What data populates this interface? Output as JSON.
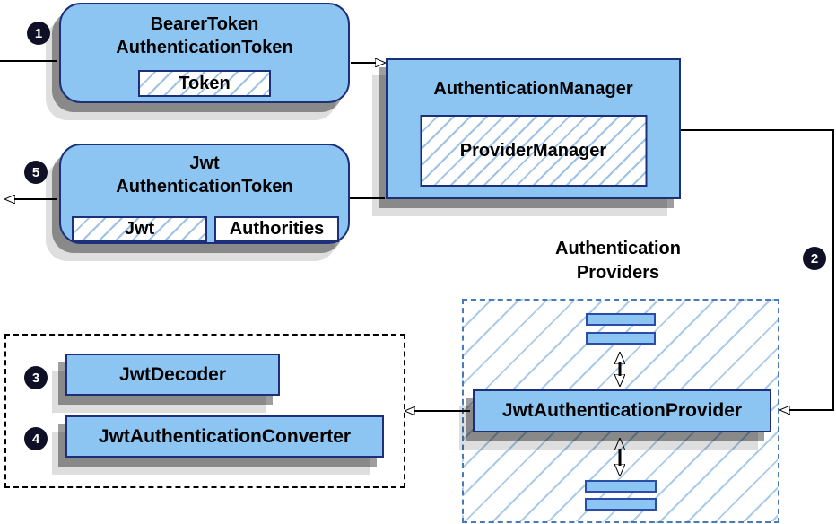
{
  "diagram": {
    "badges": {
      "step1": "1",
      "step2": "2",
      "step3": "3",
      "step4": "4",
      "step5": "5"
    },
    "bearer_token_node": {
      "line1": "BearerToken",
      "line2": "AuthenticationToken",
      "token_chip": "Token"
    },
    "authentication_manager_node": {
      "title": "AuthenticationManager",
      "provider_manager_chip": "ProviderManager"
    },
    "jwt_token_node": {
      "line1": "Jwt",
      "line2": "AuthenticationToken",
      "jwt_chip": "Jwt",
      "authorities_chip": "Authorities"
    },
    "providers_group": {
      "label_line1": "Authentication",
      "label_line2": "Providers"
    },
    "jwt_authentication_provider_node": {
      "title": "JwtAuthenticationProvider"
    },
    "decoder_group": {
      "jwt_decoder": "JwtDecoder",
      "jwt_authentication_converter": "JwtAuthenticationConverter"
    },
    "colors": {
      "node_fill": "#8CC5F2",
      "node_border": "#1E2F7A",
      "bar_border": "#2A4DA8",
      "hatch_line": "#9CC2E7",
      "providers_dash": "#4A79B8",
      "group_dash": "#000000",
      "connector": "#000000",
      "badge_bg": "#0F0F26",
      "badge_text": "#FFFFFF"
    }
  }
}
